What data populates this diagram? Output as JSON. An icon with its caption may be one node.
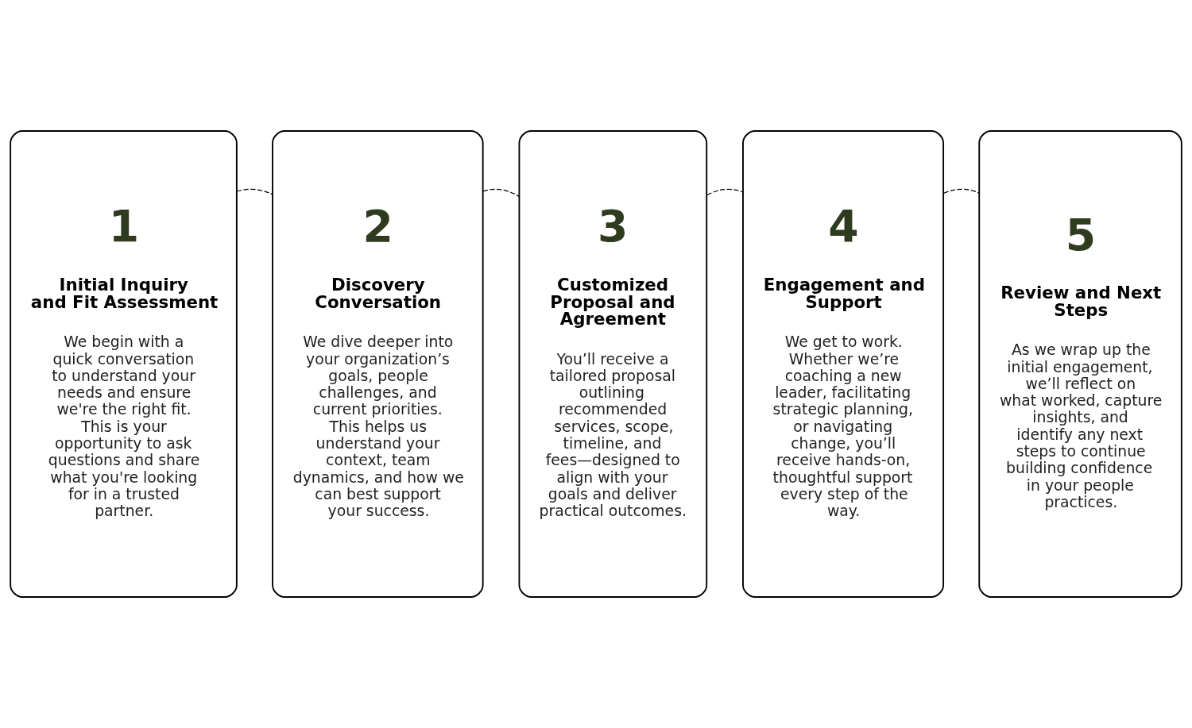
{
  "diagram": {
    "nodes": [
      {
        "text": [
          "1",
          "Initial Inquiry and Fit Assessment",
          "We begin with a quick conversation to understand your needs and ensure we're the right fit. This is your opportunity to ask questions and share what you're looking for in a trusted partner."
        ]
      },
      {
        "text": [
          "2",
          "Discovery Conversation",
          "We dive deeper into your organization’s goals, people challenges, and current priorities. This helps us understand your context, team dynamics, and how we can best support your success."
        ]
      },
      {
        "text": [
          "3",
          "Customized Proposal and Agreement",
          "You’ll receive a tailored proposal outlining recommended services, scope, timeline, and fees—designed to align with your goals and deliver practical outcomes."
        ]
      },
      {
        "text": [
          "4",
          "Engagement and Support",
          "We get to work. Whether we’re coaching a new leader, facilitating strategic planning, or navigating change, you’ll receive hands-on, thoughtful support every step of the way."
        ]
      },
      {
        "text": [
          "5",
          "Review and Next Steps",
          "As we wrap up the initial engagement, we’ll reflect on what worked, capture insights, and identify any next steps to continue building confidence in your people practices."
        ]
      }
    ],
    "edges": [
      {
        "from": 0,
        "to": 1,
        "arrow": "none",
        "style": "dashed"
      },
      {
        "from": 1,
        "to": 2,
        "arrow": "none",
        "style": "dashed"
      },
      {
        "from": 2,
        "to": 3,
        "arrow": "none",
        "style": "dashed"
      },
      {
        "from": 3,
        "to": 4,
        "arrow": "none",
        "style": "dashed"
      }
    ]
  }
}
